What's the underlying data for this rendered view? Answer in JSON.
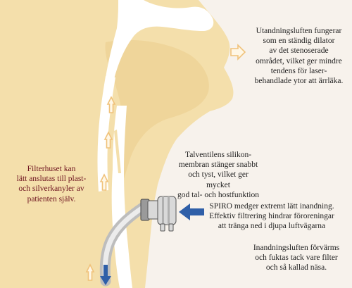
{
  "colors": {
    "background": "#f7f2ec",
    "tissue": "#f4dfab",
    "airway": "#ffffff",
    "flow_arrow": "#f0c27a",
    "inhale_arrow": "#2f5fa8",
    "device": "#d9d9d9",
    "filter_note_text": "#6e1420"
  },
  "icons": {
    "exhale_arrow": "hollow-right-arrow-icon",
    "upward_flow_arrows": "hollow-up-arrow-icon",
    "inhale_arrow": "solid-left-arrow-icon",
    "downward_flow_arrow": "solid-down-arrow-icon",
    "device": "speaking-valve-filter-icon"
  },
  "annotations": {
    "filter_housing": "Filterhuset kan\nlätt anslutas till plast-\noch silverkanyler av\npatienten själv.",
    "exhalation": "Utandningsluften fungerar\nsom en ständig dilator\nav det stenoserade\nområdet, vilket ger mindre\ntendens för laser-\nbehandlade ytor att ärrläka.",
    "speaking_valve": "Talventilens silikon-\nmembran stänger snabbt\noch tyst, vilket ger mycket\ngod tal- och hostfunktion",
    "spiro": "SPIRO medger extremt lätt inandning.\nEffektiv filtrering hindrar föroreningar\natt tränga ned i djupa luftvägarna",
    "inhalation": "Inandningsluften förvärms\noch fuktas tack vare filter\noch så kallad näsa."
  }
}
